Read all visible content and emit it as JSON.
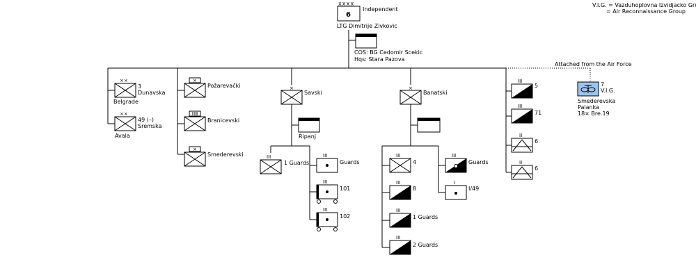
{
  "legend": {
    "line1": "V.I.G. = Vazduhoplovna Izvidjacko Grupa",
    "line2": "= Air Reconnaissance Group"
  },
  "hq": {
    "echelon": "XXXX",
    "number": "6",
    "type": "Independent",
    "commander": "LTG  Dimitrije Zivkovic"
  },
  "staff": {
    "cos": "COS: BG  Cedomir Scekic",
    "hqs": "Hqs:  Stara Pazova"
  },
  "air_note": "Attached from the Air Force",
  "col1": {
    "dunavska_no": "3",
    "dunavska": "Dunavska",
    "belgrade": "Belgrade",
    "sremska_no": "49 (–)",
    "sremska": "Sremska",
    "avala": "Avala"
  },
  "col2": {
    "pozarevacki": "Požarevački",
    "branicevski": "Branicevski",
    "smederevski": "Smederevski"
  },
  "savski": {
    "name": "Savski",
    "ripanj": "Ripanj",
    "guards1": "1 Guards",
    "guards": "Guards",
    "u101": "101",
    "u102": "102"
  },
  "banatski": {
    "name": "Banatski",
    "u4": "4",
    "guards": "Guards",
    "u8": "8",
    "i49": "I/49",
    "guards1": "1 Guards",
    "guards2": "2 Guards"
  },
  "col5": {
    "u5": "5",
    "u71": "71",
    "u6a": "6",
    "u6b": "6"
  },
  "vig": {
    "number": "7",
    "name": "V.I.G.",
    "loc1": "Smederevska",
    "loc2": "Palanka",
    "aircraft": "18× Bre.19"
  }
}
